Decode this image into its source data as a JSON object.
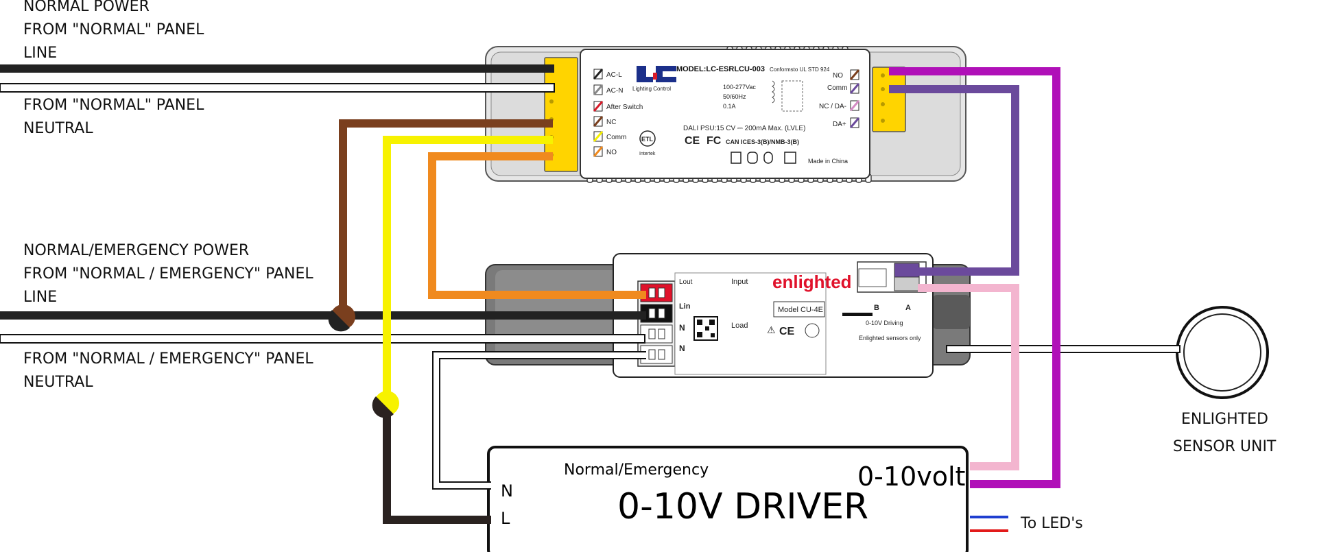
{
  "labels": {
    "normal_line": [
      "NORMAL POWER",
      "FROM \"NORMAL\" PANEL",
      "LINE"
    ],
    "normal_neutral": [
      "FROM \"NORMAL\" PANEL",
      "NEUTRAL"
    ],
    "emergency_line": [
      "NORMAL/EMERGENCY POWER",
      "FROM \"NORMAL / EMERGENCY\" PANEL",
      "LINE"
    ],
    "emergency_neutral": [
      "FROM \"NORMAL / EMERGENCY\" PANEL",
      "NEUTRAL"
    ],
    "sensor": [
      "ENLIGHTED",
      "SENSOR UNIT"
    ],
    "to_leds": "To LED's"
  },
  "relay": {
    "model": "MODEL:LC-ESRLCU-003",
    "standard": "Conformsto UL STD 924",
    "brand": "Lighting Control",
    "left_terminals": [
      "AC-L",
      "AC-N",
      "After Switch",
      "NC",
      "Comm",
      "NO"
    ],
    "right_terminals": [
      "NO",
      "Comm",
      "NC / DA-",
      "DA+"
    ],
    "ratings": [
      "100-277Vac",
      "50/60Hz",
      "0.1A"
    ],
    "dali": "DALI PSU:15 CV ⎓ 200mA Max. (LVLE)",
    "can": "CAN ICES-3(B)/NMB-3(B)",
    "made_in": "Made in China",
    "intertek": "Intertek"
  },
  "enlighted_module": {
    "brand": "enlighted",
    "model": "Model CU-4E",
    "input": "Input",
    "load": "Load",
    "terminals": [
      "Lout",
      "Lin",
      "N",
      "N"
    ],
    "right_labels": [
      "B",
      "A"
    ],
    "running": "0-10V Driving",
    "sensors": "Enlighted sensors only"
  },
  "driver": {
    "title": "0-10V DRIVER",
    "subtitle": "Normal/Emergency",
    "dim_label": "0-10volt",
    "n": "N",
    "l": "L"
  },
  "colors": {
    "line": "#222222",
    "neutral": "#ffffff",
    "brown": "#7a3f1e",
    "yellow": "#f7f200",
    "orange": "#f08a1e",
    "purple": "#6b4a9c",
    "magenta": "#b010b8",
    "pink": "#f3b5cf",
    "led_blue": "#1f3fd0",
    "led_red": "#e21a1a",
    "relay_connector": "#ffd400",
    "enlighted_red": "#e0122b",
    "brand_blue": "#1b2f8a"
  }
}
